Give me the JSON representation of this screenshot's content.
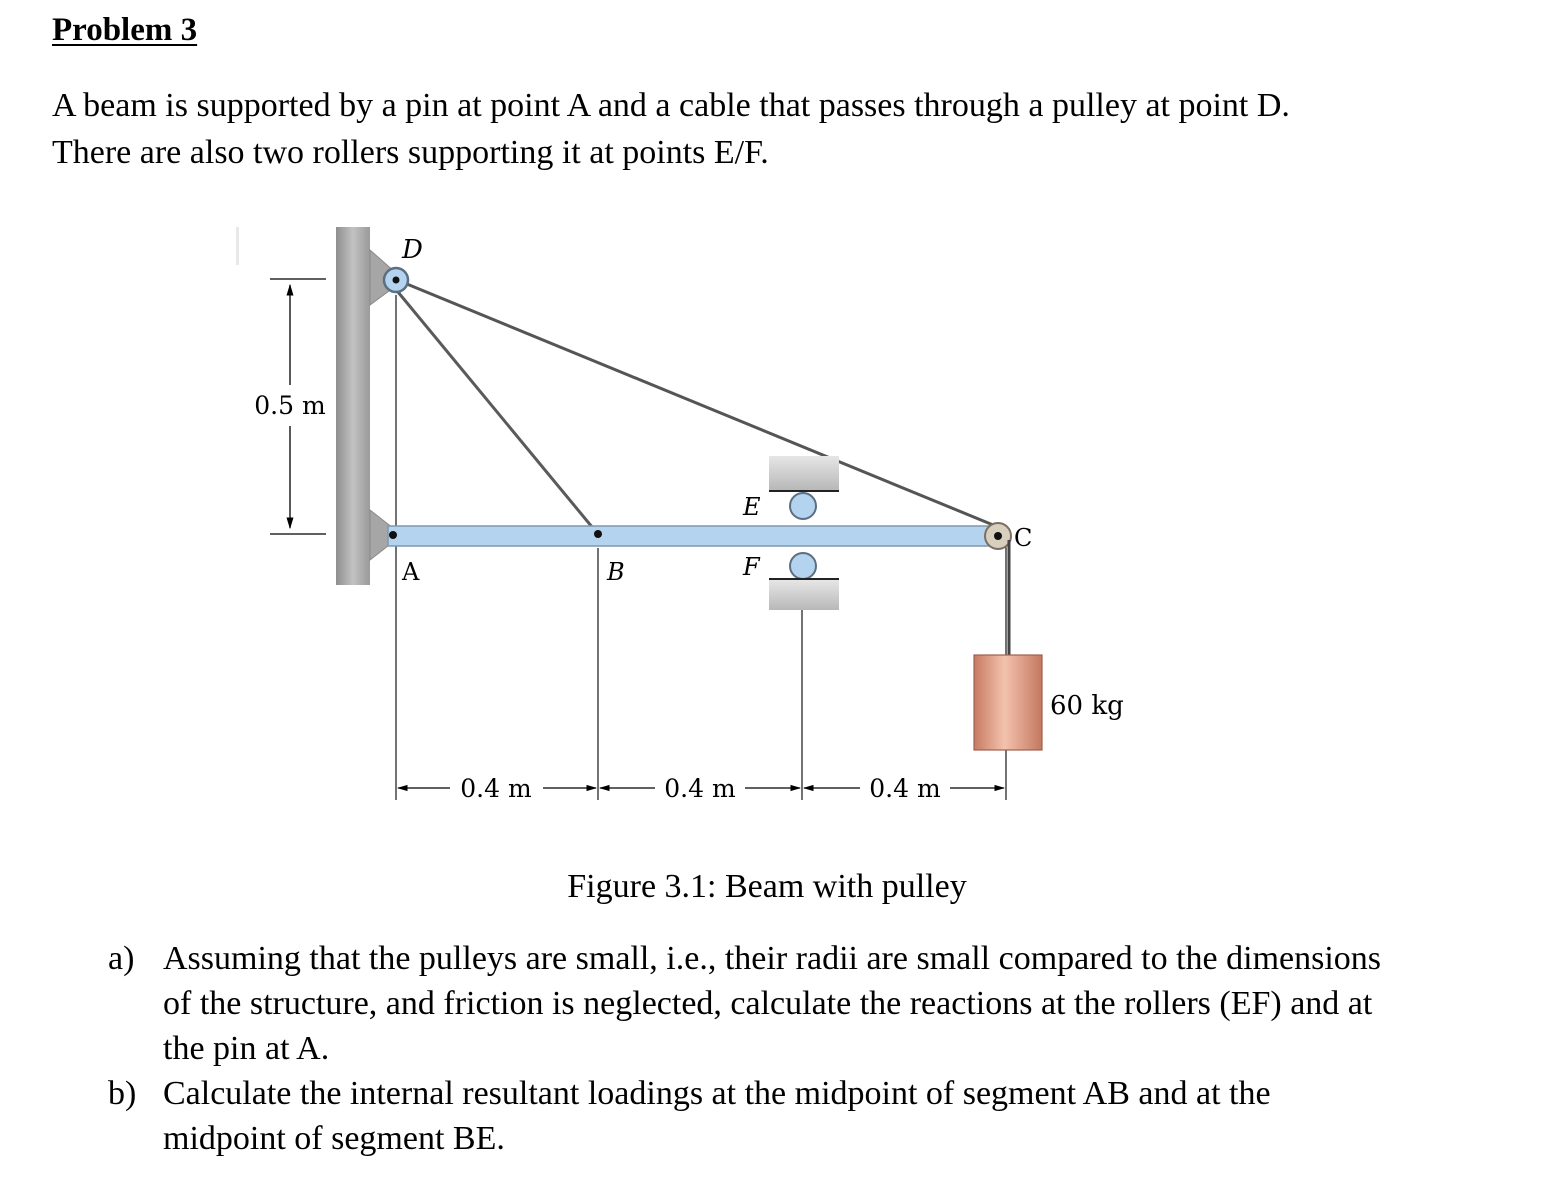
{
  "problem": {
    "title": "Problem 3",
    "intro_lines": [
      "A beam is supported by a pin at point A and a cable that passes through a pulley at point D.",
      "There are also two rollers supporting it at points E/F."
    ]
  },
  "figure": {
    "labels": {
      "D": "D",
      "A": "A",
      "B": "B",
      "C": "C",
      "E": "E",
      "F": "F"
    },
    "dimensions": {
      "height": "0.5 m",
      "span_ab": "0.4 m",
      "span_be": "0.4 m",
      "span_ec": "0.4 m"
    },
    "mass": "60 kg",
    "colors": {
      "beam": "#b3d3ee",
      "beam_edge": "#7f98ad",
      "wall": "#a9a9a9",
      "mass_fill": "#d99a84",
      "cable": "#555555"
    },
    "caption": "Figure 3.1: Beam with pulley"
  },
  "questions": [
    {
      "marker": "a)",
      "lines": [
        "Assuming that the pulleys are small, i.e., their radii are small compared to the dimensions",
        "of the structure, and friction is neglected, calculate the reactions at the rollers (EF) and at",
        "the pin at A."
      ]
    },
    {
      "marker": "b)",
      "lines": [
        "Calculate the internal resultant loadings at the midpoint of segment AB and at the",
        "midpoint of segment BE."
      ]
    }
  ]
}
